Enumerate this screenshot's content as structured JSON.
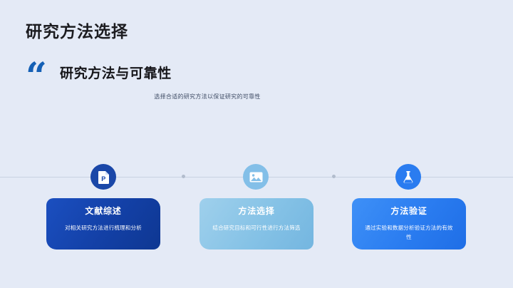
{
  "slide": {
    "background_color": "#e4eaf6",
    "title": "研究方法选择"
  },
  "quote": {
    "mark": "“",
    "heading": "研究方法与可靠性",
    "subtitle": "选择合适的研究方法以保证研究的可靠性"
  },
  "timeline": {
    "steps": [
      {
        "icon": "document-file-icon",
        "icon_color": "#1a47a8",
        "card_color": "#1340a6",
        "title": "文献综述",
        "description": "对相关研究方法进行梳理和分析"
      },
      {
        "icon": "image-picture-icon",
        "icon_color": "#83bfe8",
        "card_color": "#85c2e6",
        "title": "方法选择",
        "description": "结合研究目标和可行性进行方法筛选"
      },
      {
        "icon": "flask-beaker-icon",
        "icon_color": "#2a7cf0",
        "card_color": "#2a7cf0",
        "title": "方法验证",
        "description": "通过实验和数据分析验证方法的有效性"
      }
    ]
  }
}
